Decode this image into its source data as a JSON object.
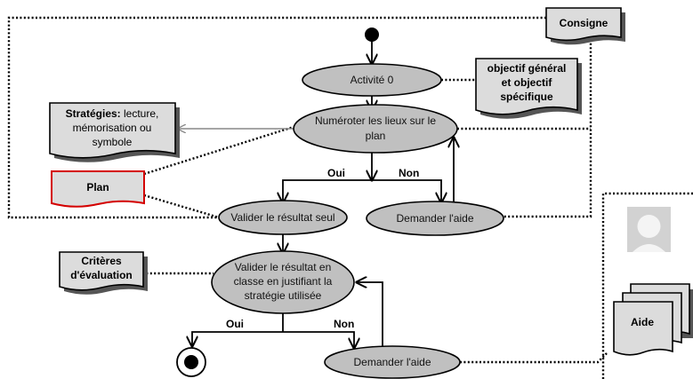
{
  "nodes": {
    "activity0": "Activité 0",
    "numeroter": [
      "Numéroter les lieux sur le",
      "plan"
    ],
    "valider_seul": "Valider le résultat seul",
    "demander_aide_1": "Demander l'aide",
    "valider_classe": [
      "Valider le résultat en",
      "classe en justifiant la",
      "stratégie utilisée"
    ],
    "demander_aide_2": "Demander l'aide"
  },
  "branches": {
    "oui_1": "Oui",
    "non_1": "Non",
    "oui_2": "Oui",
    "non_2": "Non"
  },
  "documents": {
    "consigne": "Consigne",
    "objectif": [
      "objectif général",
      "et objectif",
      "spécifique"
    ],
    "strategies_title": "Stratégies:",
    "strategies_rest": " lecture,",
    "strategies_lines": [
      "mémorisation ou",
      "symbole"
    ],
    "plan": "Plan",
    "criteres": [
      "Critères",
      "d'évaluation"
    ],
    "aide": "Aide"
  },
  "colors": {
    "node_fill": "#c0c0c0",
    "doc_fill": "#dcdcdc",
    "plan_border": "#d40000"
  }
}
